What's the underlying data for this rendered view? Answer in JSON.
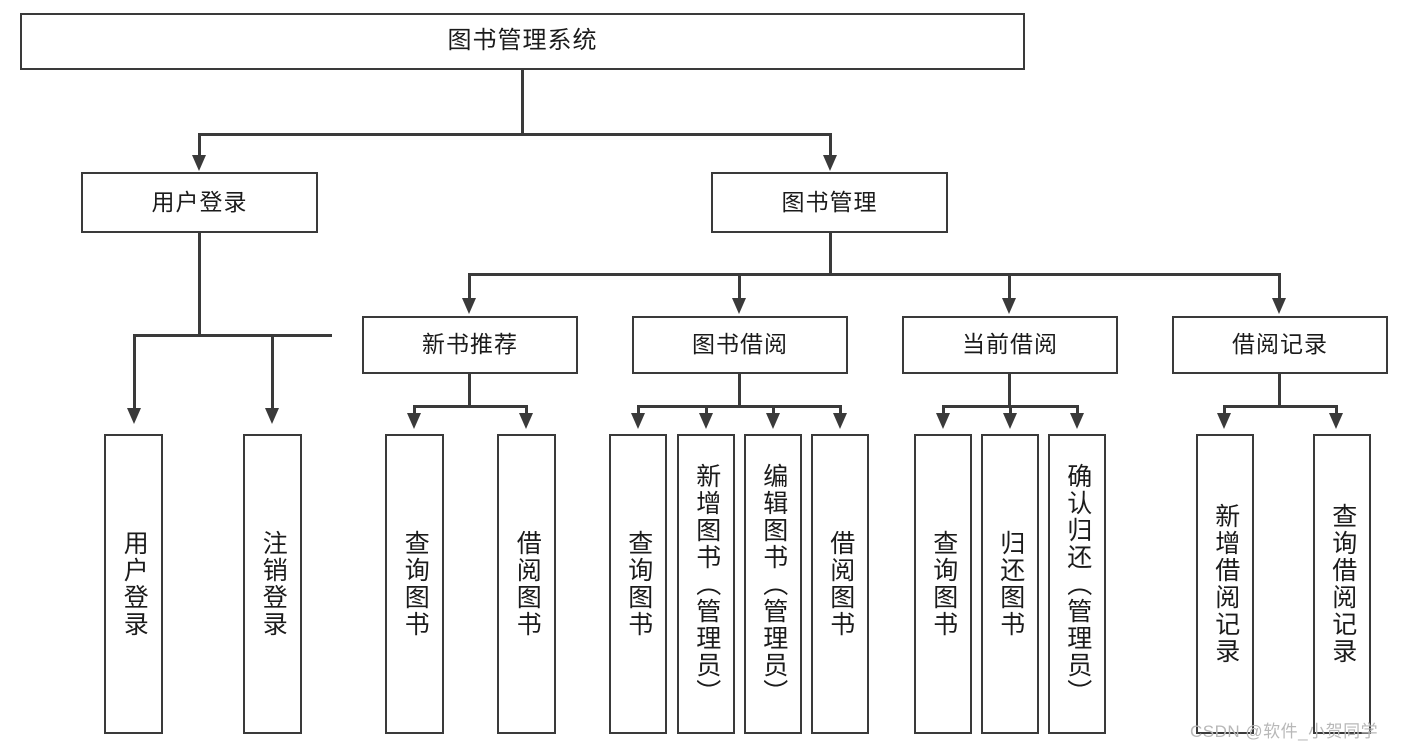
{
  "diagram": {
    "title": "图书管理系统",
    "watermark": "CSDN @软件_小贺同学",
    "colors": {
      "stroke": "#3a3a3a",
      "background": "#ffffff",
      "text": "#1b1b1b",
      "watermark": "#b8b8b8"
    }
  },
  "root": {
    "label": "图书管理系统"
  },
  "level2": [
    {
      "label": "用户登录"
    },
    {
      "label": "图书管理"
    }
  ],
  "level3": [
    {
      "label": "新书推荐"
    },
    {
      "label": "图书借阅"
    },
    {
      "label": "当前借阅"
    },
    {
      "label": "借阅记录"
    }
  ],
  "leaves": {
    "user_login": [
      {
        "label": "用户登录"
      },
      {
        "label": "注销登录"
      }
    ],
    "new_book_recommend": [
      {
        "label": "查询图书"
      },
      {
        "label": "借阅图书"
      }
    ],
    "book_borrow": [
      {
        "label": "查询图书"
      },
      {
        "label": "新增图书（管理员）"
      },
      {
        "label": "编辑图书（管理员）"
      },
      {
        "label": "借阅图书"
      }
    ],
    "current_borrow": [
      {
        "label": "查询图书"
      },
      {
        "label": "归还图书"
      },
      {
        "label": "确认归还（管理员）"
      }
    ],
    "borrow_record": [
      {
        "label": "新增借阅记录"
      },
      {
        "label": "查询借阅记录"
      }
    ]
  }
}
